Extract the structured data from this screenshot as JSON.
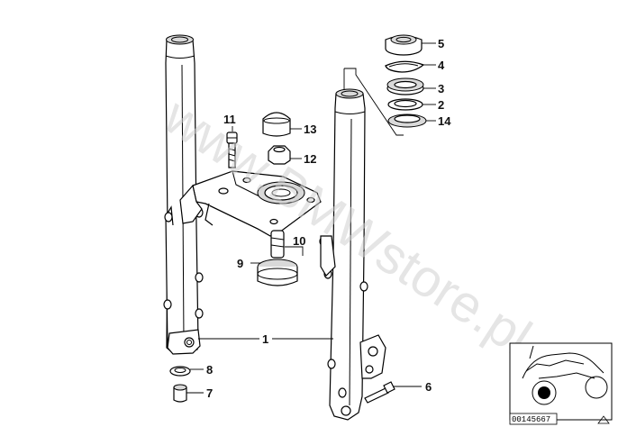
{
  "watermark": "www.BMWstore.pl",
  "diagram_code": "00145667",
  "callouts": {
    "c1": "1",
    "c2": "2",
    "c3": "3",
    "c4": "4",
    "c5": "5",
    "c6": "6",
    "c7": "7",
    "c8": "8",
    "c9": "9",
    "c10": "10",
    "c11": "11",
    "c12": "12",
    "c13": "13",
    "c14": "14"
  }
}
